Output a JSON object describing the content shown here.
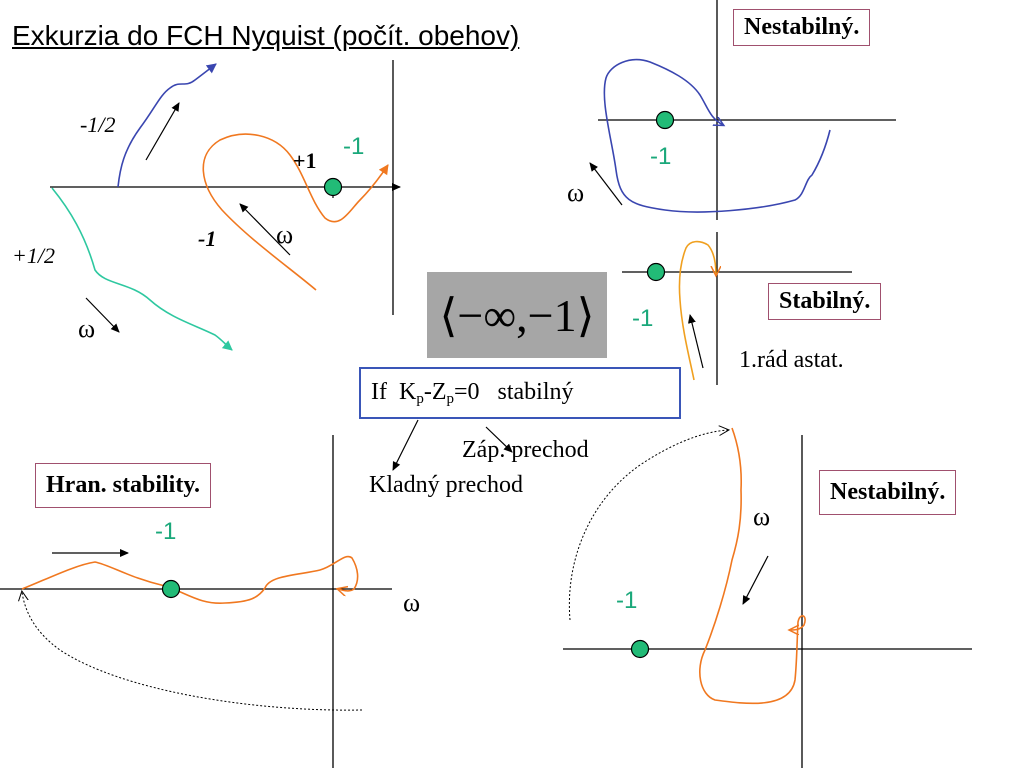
{
  "title": "Exkurzia do FCH Nyquist  (počít. obehov)",
  "labels": {
    "minus_half": "-1/2",
    "plus_half": "+1/2",
    "omega": "ω",
    "plus_one": "+1",
    "minus_one_bold": "-1",
    "minus_one": "-1",
    "first_order": "1.rád astat.",
    "zap_prechod": "Záp. prechod",
    "kladny_prechod": "Kladný prechod"
  },
  "boxes": {
    "nestabilny": "Nestabilný.",
    "stabilny": "Stabilný.",
    "hran_stability": "Hran. stability.",
    "nestabilny2": "Nestabilný."
  },
  "criterion": {
    "if_word": "If",
    "k": "K",
    "k_sub": "p",
    "dash": "-Z",
    "z_sub": "p",
    "rest": "=0   stabilný"
  },
  "interval": {
    "open": "⟨",
    "content": "−∞,−1",
    "close": "⟩"
  },
  "colors": {
    "blue": "#3a46b0",
    "orange": "#f07820",
    "teal": "#2ec8a0",
    "green_point": "#22bb77",
    "green_label": "#1aa87a",
    "box_border": "#a0506e",
    "criterion_border": "#3a56b8",
    "grey_box": "#a6a6a6",
    "amber": "#f0a020"
  }
}
